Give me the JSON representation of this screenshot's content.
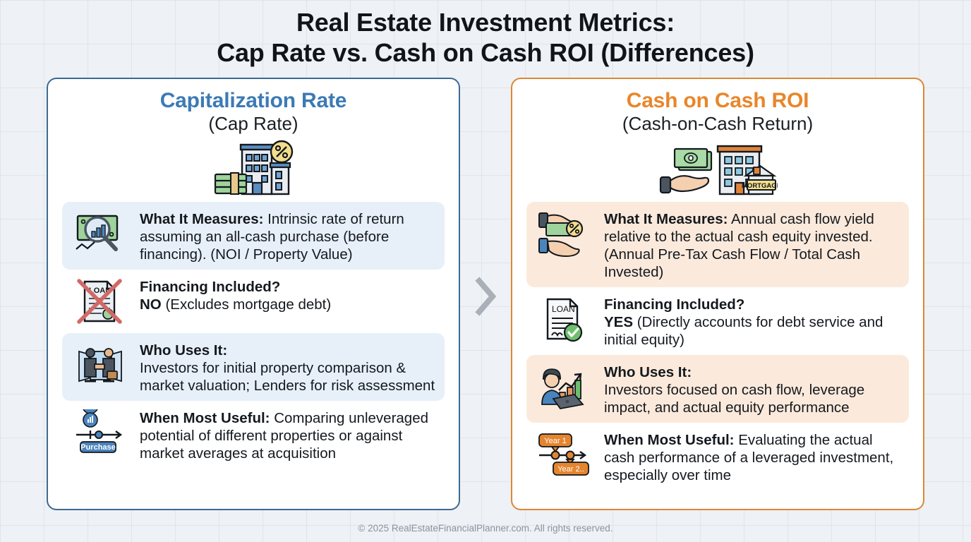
{
  "title": {
    "line1": "Real Estate Investment Metrics:",
    "line2": "Cap Rate vs. Cash on Cash ROI (Differences)"
  },
  "colors": {
    "left_accent": "#3c7ab5",
    "left_border": "#3c6b93",
    "left_highlight": "#e7f0f9",
    "right_accent": "#e8862a",
    "right_border": "#dd8735",
    "right_highlight": "#fbeadc",
    "background": "#eef1f5",
    "title_text": "#111418",
    "footer_text": "#8a939e"
  },
  "divider": {
    "icon": "chevron-right-icon"
  },
  "left_card": {
    "title": "Capitalization Rate",
    "subtitle": "(Cap Rate)",
    "hero_icon": "building-money-percent-icon",
    "rows": [
      {
        "icon": "money-magnifier-chart-icon",
        "label": "What It Measures:",
        "text": " Intrinsic rate of return assuming an all-cash purchase (before financing). (NOI / Property Value)",
        "highlight": true
      },
      {
        "icon": "loan-document-crossed-out-icon",
        "label": "Financing Included?",
        "answer": "NO",
        "text": " (Excludes mortgage debt)",
        "highlight": false
      },
      {
        "icon": "handshake-investors-icon",
        "label": "Who Uses It:",
        "text": "Investors for initial property comparison & market valuation; Lenders for risk assessment",
        "highlight": true
      },
      {
        "icon": "purchase-timeline-icon",
        "label": "When Most Useful:",
        "text": " Comparing unleveraged potential of different properties or against market averages at acquisition",
        "highlight": false
      }
    ],
    "timeline_marker": "Purchase"
  },
  "right_card": {
    "title": "Cash on Cash ROI",
    "subtitle": "(Cash-on-Cash Return)",
    "hero_icon": "hand-cash-mortgage-building-icon",
    "building_sign": "MORTGAGE",
    "rows": [
      {
        "icon": "hand-cash-percent-icon",
        "label": "What It Measures:",
        "text": " Annual cash flow yield relative to the actual cash equity invested. (Annual Pre-Tax Cash Flow / Total Cash Invested)",
        "highlight": true
      },
      {
        "icon": "loan-document-approved-icon",
        "label": "Financing Included?",
        "answer": "YES",
        "text": " (Directly accounts for debt service and initial equity)",
        "highlight": false
      },
      {
        "icon": "investor-laptop-growth-icon",
        "label": "Who Uses It:",
        "text": "Investors focused on cash flow, leverage impact, and actual equity performance",
        "highlight": true
      },
      {
        "icon": "multi-year-timeline-icon",
        "label": "When Most Useful:",
        "text": " Evaluating the actual cash performance of a leveraged investment, especially over time",
        "highlight": false
      }
    ],
    "timeline_markers": [
      "Year 1",
      "Year 2.."
    ],
    "loan_doc_label": "LOAN"
  },
  "left_loan_doc_label": "LOAN",
  "footer": "© 2025 RealEstateFinancialPlanner.com. All rights reserved."
}
